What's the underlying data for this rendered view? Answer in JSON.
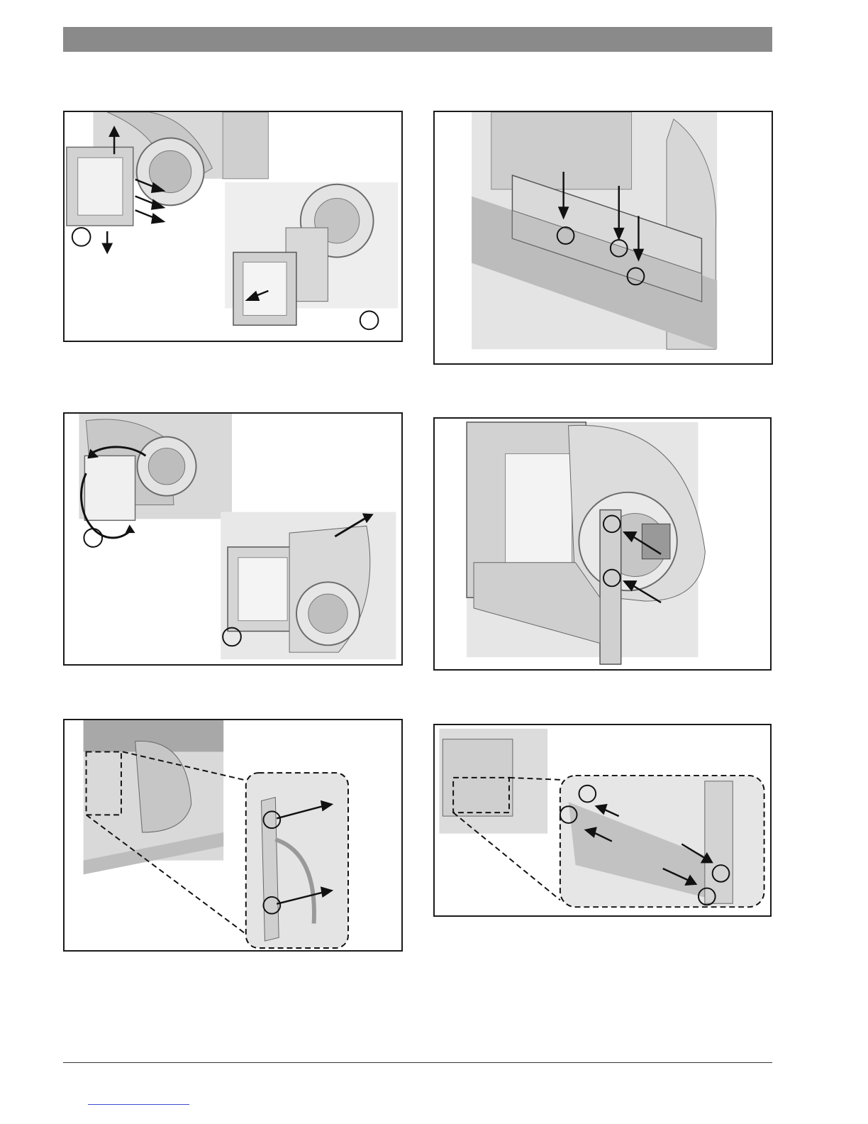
{
  "page": {
    "header_bar_color": "#8a8a8a",
    "footer_link_color": "#3a4fd0"
  },
  "figures": [
    {
      "id": "fig-1",
      "subject": "blower-inlet-duct-removal",
      "callouts": [
        "",
        ""
      ]
    },
    {
      "id": "fig-2",
      "subject": "support-channel-screws",
      "callouts": []
    },
    {
      "id": "fig-3",
      "subject": "blower-housing-rotate-and-slide-out",
      "callouts": [
        "",
        ""
      ]
    },
    {
      "id": "fig-4",
      "subject": "motor-mount-bracket-screws",
      "callouts": []
    },
    {
      "id": "fig-5",
      "subject": "bracket-screw-detail",
      "callouts": []
    },
    {
      "id": "fig-6",
      "subject": "base-channel-screw-detail",
      "callouts": []
    }
  ]
}
